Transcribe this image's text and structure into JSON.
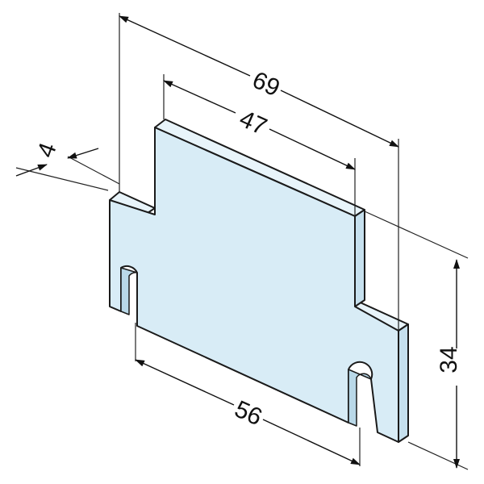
{
  "drawing": {
    "part_colors": {
      "front": "#d8ecf6",
      "top": "#e8f4fa",
      "side": "#c6e0ee",
      "outline": "#1a1a1a"
    },
    "dimensions": {
      "overall_width": "69",
      "upper_width": "47",
      "thickness": "4",
      "slot_spacing": "56",
      "height": "34"
    }
  }
}
